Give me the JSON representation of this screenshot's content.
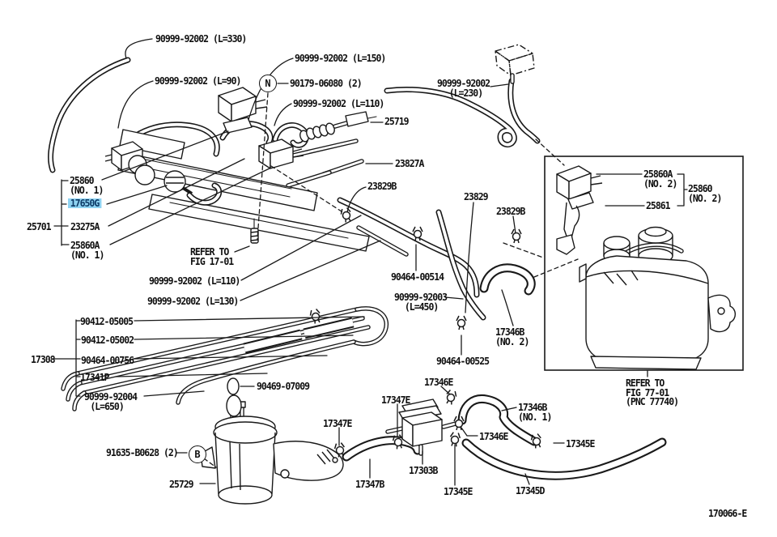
{
  "footer": {
    "diagram_code": "170066-E"
  },
  "highlight": {
    "selected_part": "17650G",
    "bg_color": "#8fd3f2"
  },
  "symbols": {
    "n": "N",
    "b": "B"
  },
  "labels": {
    "top": {
      "l330": "90999-92002 (L=330)",
      "l90": "90999-92002 (L=90)",
      "l150": "90999-92002 (L=150)",
      "n_code": "90179-06080 (2)",
      "l110": "90999-92002 (L=110)",
      "p25719": "25719",
      "l230a": "90999-92002",
      "l230b": "(L=230)"
    },
    "mid": {
      "p23827a": "23827A",
      "p23829b_a": "23829B",
      "p23829": "23829",
      "p23829b_b": "23829B",
      "refer17a": "REFER TO",
      "refer17b": "FIG 17-01",
      "l110b": "90999-92002 (L=110)",
      "l130": "90999-92002 (L=130)",
      "p90464_00514": "90464-00514",
      "p90999_92003": "90999-92003",
      "l450": "(L=450)",
      "p90464_00525": "90464-00525",
      "p17346b_no2": "17346B",
      "no2": "(NO. 2)"
    },
    "left": {
      "p25860": "25860",
      "no1a": "(NO. 1)",
      "p17650g": "17650G",
      "p25701": "25701",
      "p23275a": "23275A",
      "p25860a": "25860A",
      "no1b": "(NO. 1)"
    },
    "panel": {
      "p25860a": "25860A",
      "no2a": "(NO. 2)",
      "p25860": "25860",
      "no2b": "(NO. 2)",
      "p25861": "25861",
      "refer_a": "REFER TO",
      "refer_b": "FIG 77-01",
      "refer_c": "(PNC 77740)"
    },
    "lower_left": {
      "p17308": "17308",
      "p90412_05005": "90412-05005",
      "p90412_05002": "90412-05002",
      "p90464_00756": "90464-00756",
      "p17341p": "17341P",
      "p90999_92004": "90999-92004",
      "l650": "(L=650)",
      "p90469_07009": "90469-07009",
      "p91635": "91635-B0628 (2)",
      "p25729": "25729"
    },
    "bottom": {
      "p17346e_a": "17346E",
      "p17347e_a": "17347E",
      "p17347e_b": "17347E",
      "p17346b_no1": "17346B",
      "no1": "(NO. 1)",
      "p17346e_b": "17346E",
      "p17303b": "17303B",
      "p17347b": "17347B",
      "p17345e_a": "17345E",
      "p17345d": "17345D",
      "p17345e_b": "17345E"
    }
  }
}
